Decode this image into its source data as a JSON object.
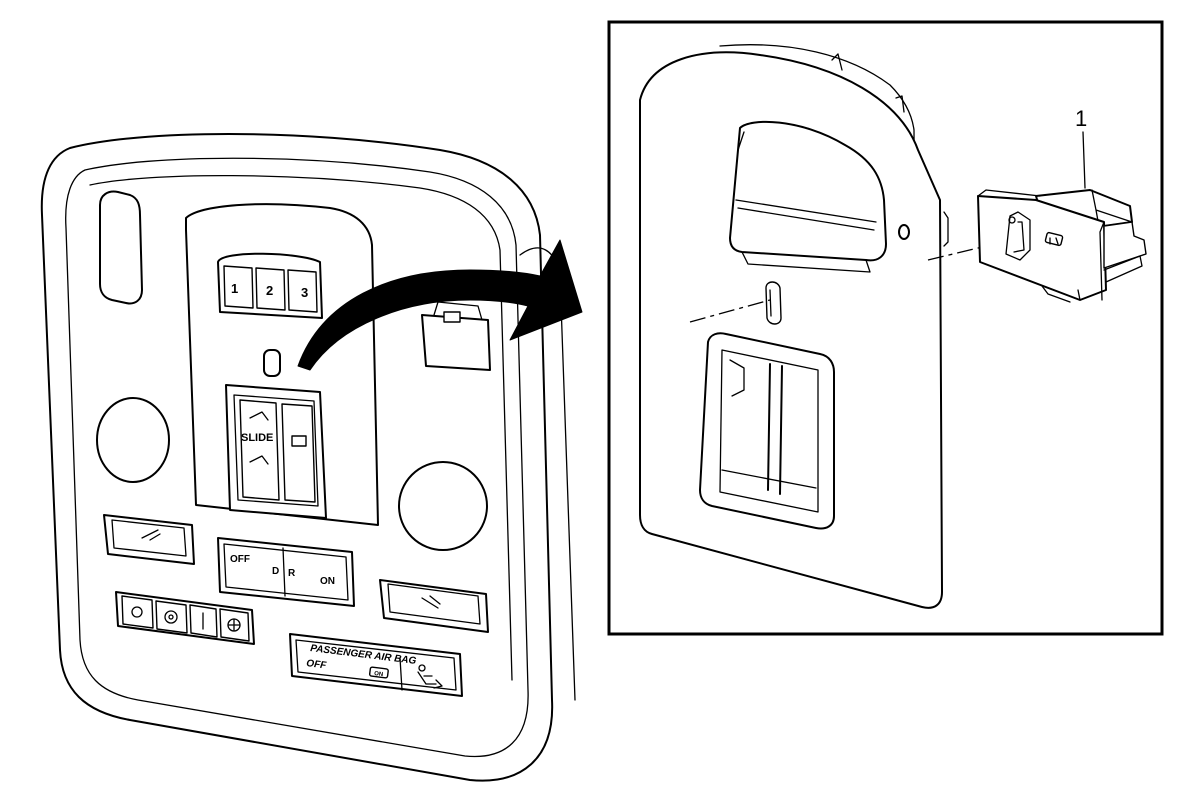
{
  "console": {
    "memory_buttons": [
      "1",
      "2",
      "3"
    ],
    "sunroof_label": "SLIDE",
    "dome_switch": {
      "off": "OFF",
      "door": "D",
      "door_suffix": "R",
      "on": "ON"
    },
    "airbag_panel": {
      "title": "PASSENGER AIR BAG",
      "off": "OFF",
      "on": "ON"
    }
  },
  "detail": {
    "callout": "1"
  }
}
